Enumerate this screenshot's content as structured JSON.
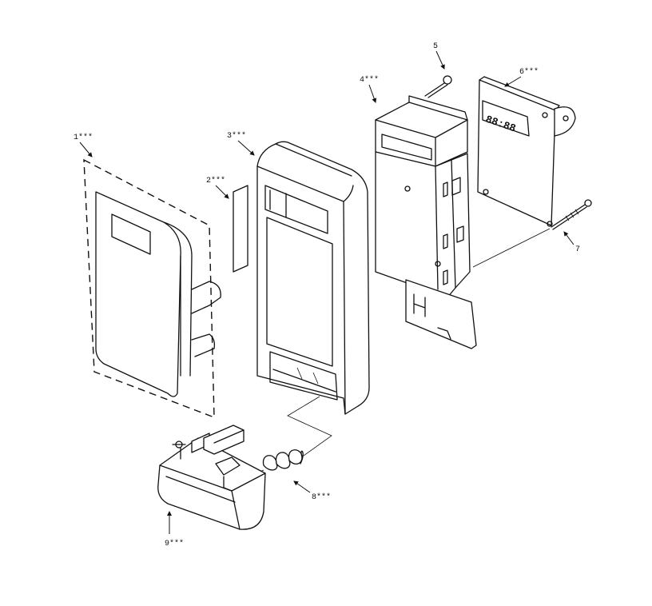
{
  "callouts": {
    "p1": "1***",
    "p2": "2***",
    "p3": "3***",
    "p4": "4***",
    "p5": "5",
    "p6": "6***",
    "p7": "7",
    "p8": "8***",
    "p9": "9***"
  },
  "display_readout": "88:88"
}
